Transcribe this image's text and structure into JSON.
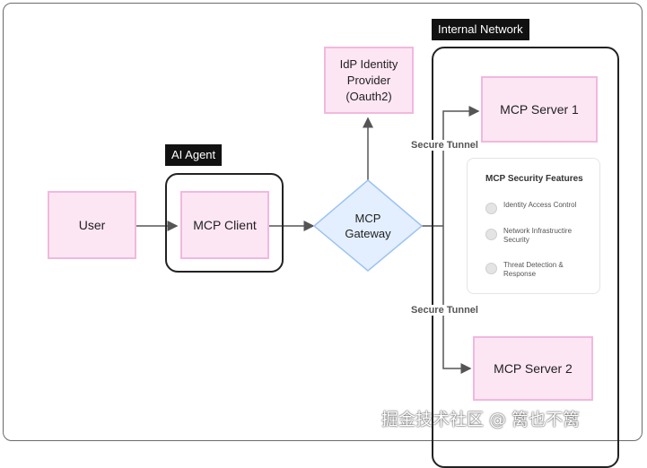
{
  "diagram": {
    "user_label": "User",
    "ai_agent_label": "AI Agent",
    "mcp_client_label": "MCP Client",
    "gateway_line1": "MCP",
    "gateway_line2": "Gateway",
    "idp_line1": "IdP Identity",
    "idp_line2": "Provider",
    "idp_line3": "(Oauth2)",
    "internal_network_label": "Internal Network",
    "server1_label": "MCP Server 1",
    "server2_label": "MCP Server 2",
    "tunnel_label_top": "Secure Tunnel",
    "tunnel_label_bottom": "Secure Tunnel",
    "features": {
      "title": "MCP Security Features",
      "items": [
        "Identity Access Control",
        "Network Infrastructire Security",
        "Threat Detection & Response"
      ]
    },
    "watermark": "掘金技术社区 @ 篱也不篱"
  },
  "colors": {
    "node_fill": "#fde6f4",
    "node_border": "#f2b8de",
    "gateway_fill": "#e3efff",
    "gateway_border": "#9cc3ef",
    "tag_background": "#111111"
  }
}
